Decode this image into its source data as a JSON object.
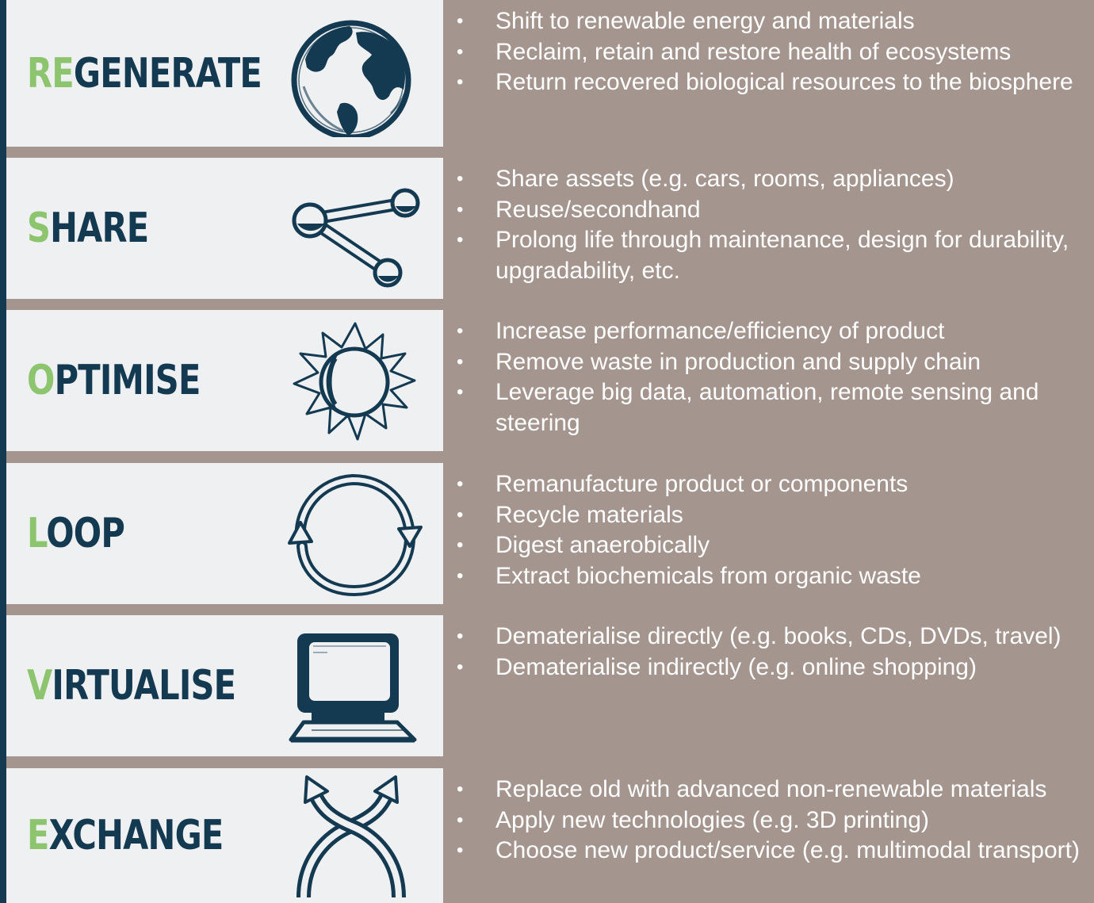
{
  "rows": [
    {
      "accent": "RE",
      "rest": "GENERATE",
      "icon": "globe-icon",
      "bullets": [
        "Shift to renewable energy and materials",
        "Reclaim, retain and restore health of ecosystems",
        "Return recovered biological resources to the biosphere"
      ]
    },
    {
      "accent": "S",
      "rest": "HARE",
      "icon": "share-nodes-icon",
      "bullets": [
        "Share assets (e.g. cars, rooms, appliances)",
        "Reuse/secondhand",
        "Prolong life through maintenance, design for durability, upgradability, etc."
      ]
    },
    {
      "accent": "O",
      "rest": "PTIMISE",
      "icon": "sun-icon",
      "bullets": [
        "Increase performance/efficiency of product",
        "Remove waste in production and supply chain",
        "Leverage big data, automation, remote sensing and steering"
      ]
    },
    {
      "accent": "L",
      "rest": "OOP",
      "icon": "loop-arrows-icon",
      "bullets": [
        "Remanufacture product or components",
        "Recycle materials",
        "Digest anaerobically",
        "Extract biochemicals from organic waste"
      ]
    },
    {
      "accent": "V",
      "rest": "IRTUALISE",
      "icon": "computer-icon",
      "bullets": [
        "Dematerialise directly (e.g. books, CDs, DVDs, travel)",
        "Dematerialise indirectly (e.g. online shopping)"
      ]
    },
    {
      "accent": "E",
      "rest": "XCHANGE",
      "icon": "crossing-arrows-icon",
      "bullets": [
        "Replace old with advanced non-renewable materials",
        "Apply new technologies (e.g. 3D printing)",
        "Choose new product/service (e.g. multimodal transport)"
      ]
    }
  ],
  "colors": {
    "navy": "#143a52",
    "green": "#8dc46e",
    "taupe": "#a4958f",
    "panel": "#eff0f2"
  },
  "bullet_char": "•"
}
